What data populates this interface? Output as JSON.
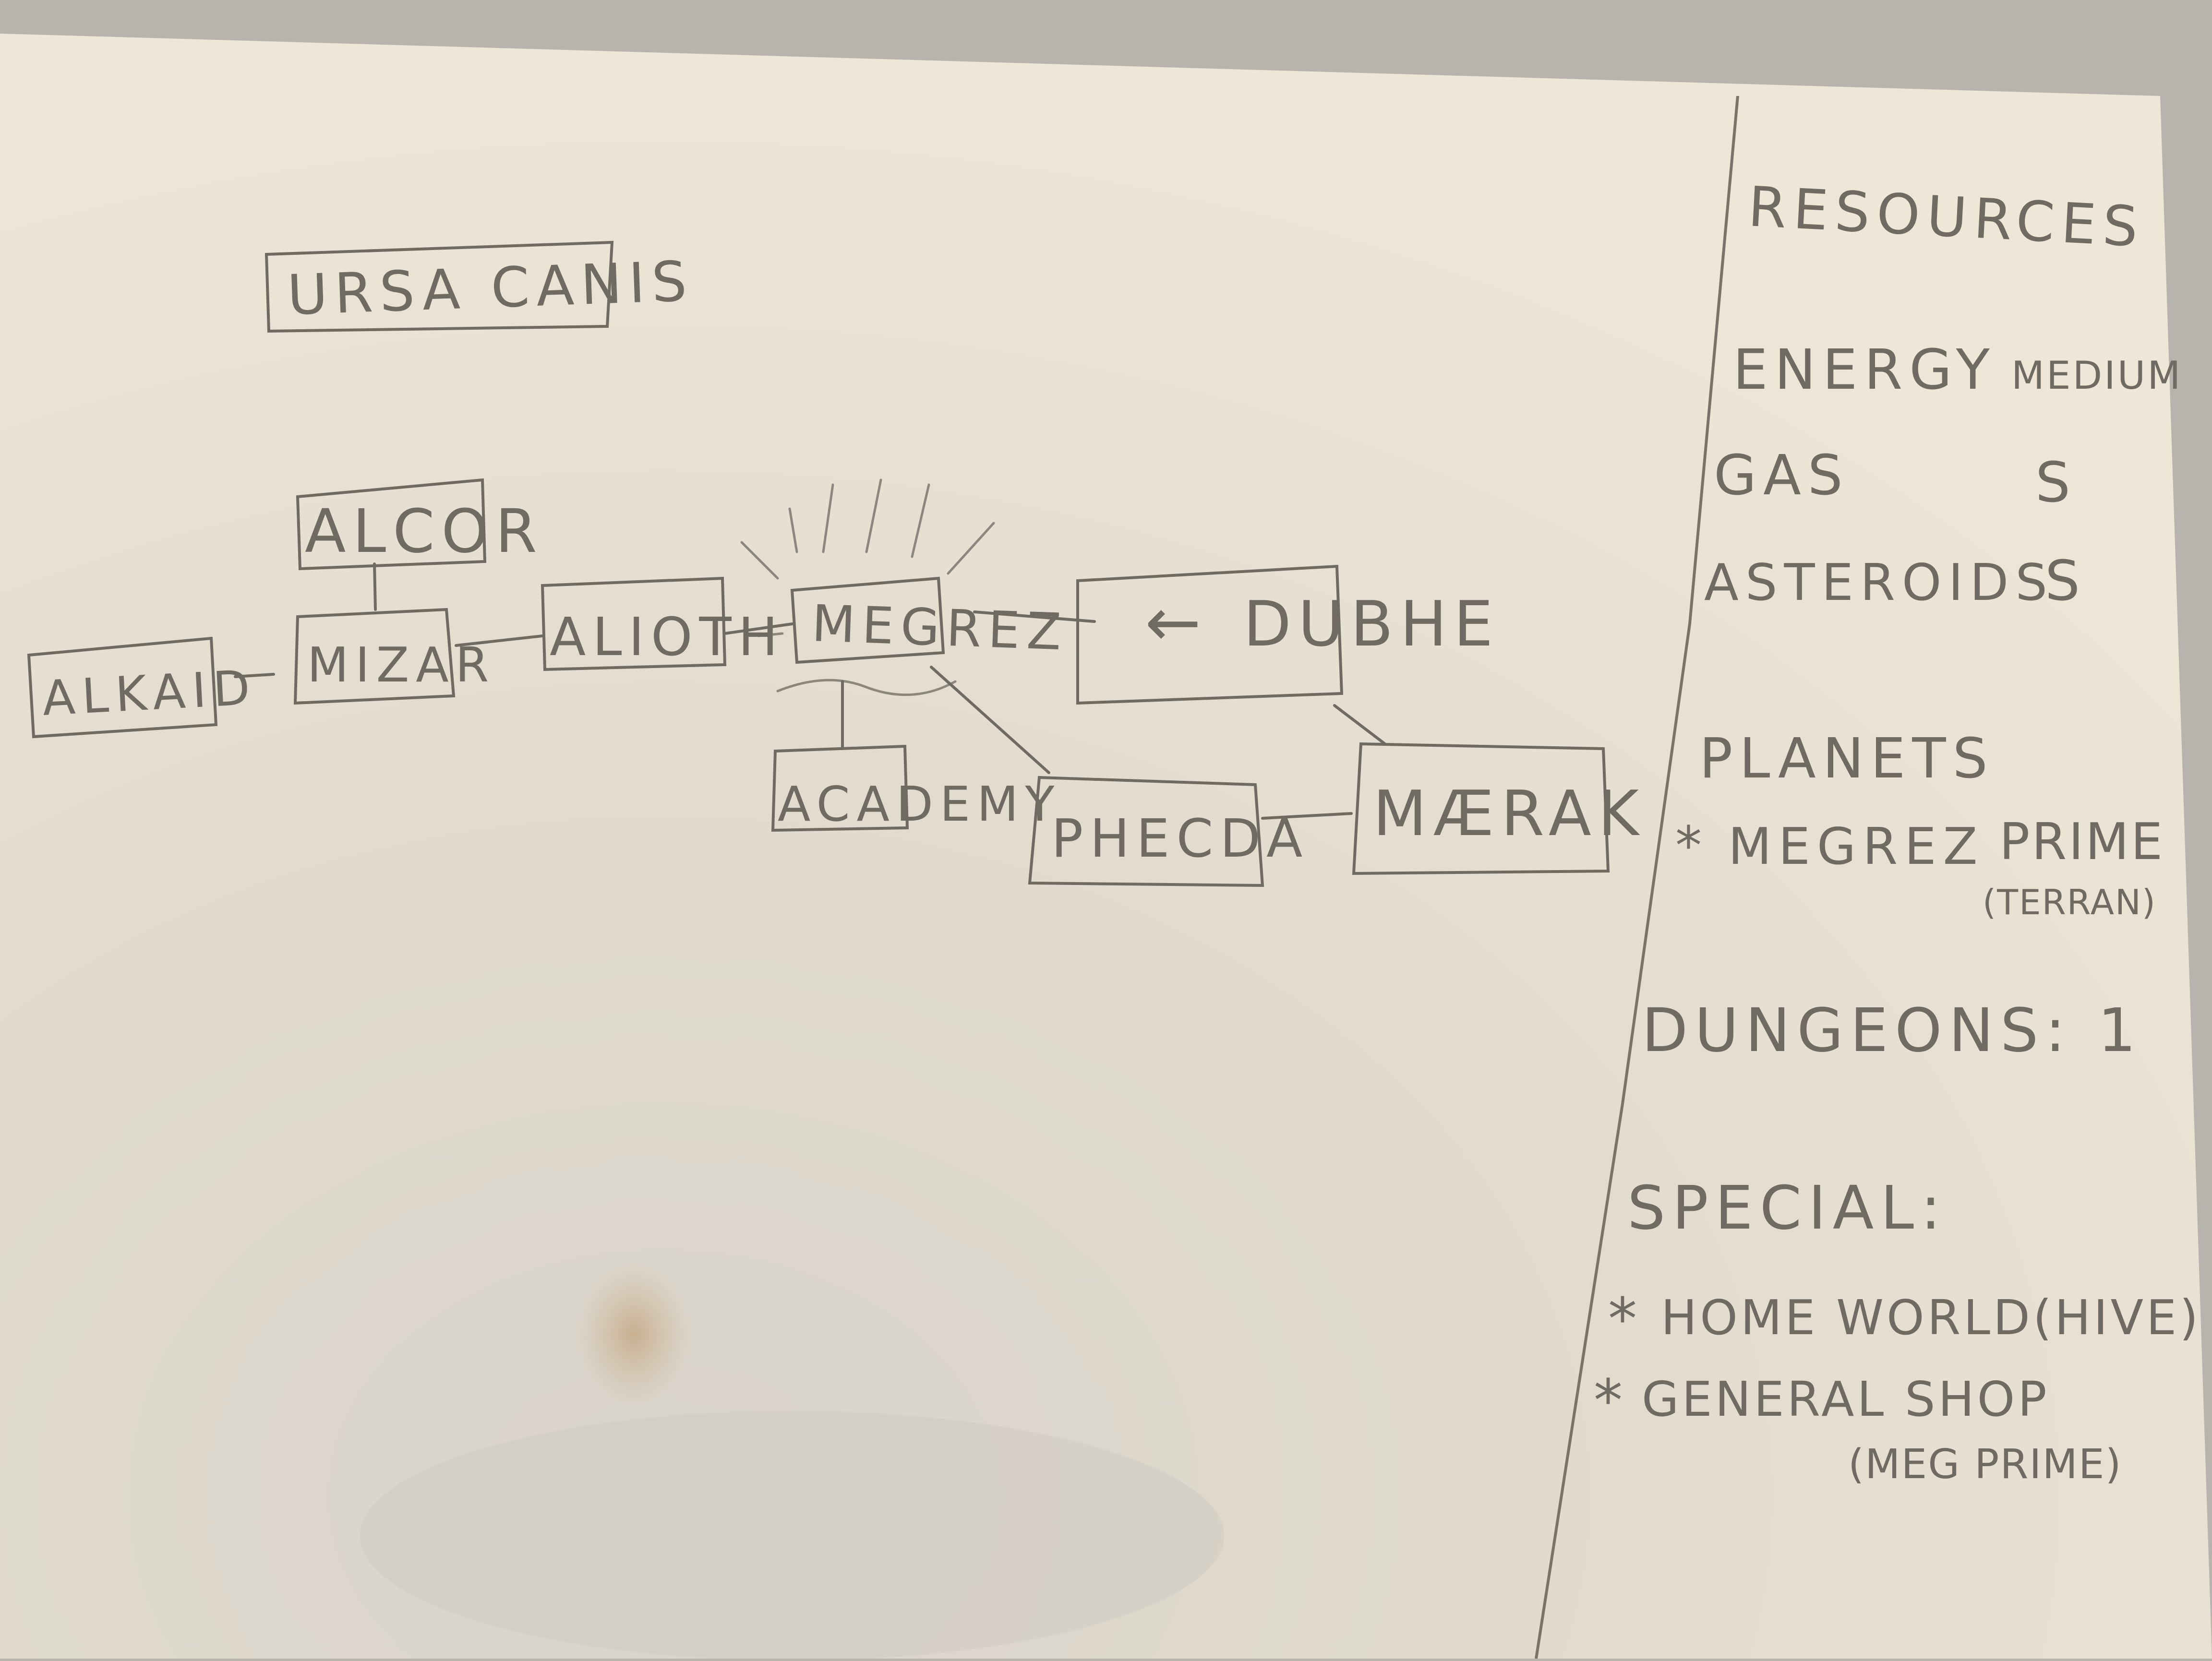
{
  "diagram": {
    "title": "URSA CANIS",
    "nodes": {
      "alcor": "ALCOR",
      "alkaid": "ALKAID",
      "mizar": "MIZAR",
      "alioth": "ALIOTH",
      "megrez": "MEGREZ",
      "academy": "ACADEMY",
      "dubhe": "DUBHE",
      "phecda": "PHECDA",
      "merak": "MÆRAK"
    },
    "dubhe_arrow": "←",
    "edges": [
      [
        "alkaid",
        "mizar"
      ],
      [
        "alcor",
        "mizar"
      ],
      [
        "mizar",
        "alioth"
      ],
      [
        "alioth",
        "megrez"
      ],
      [
        "megrez",
        "academy"
      ],
      [
        "megrez",
        "dubhe"
      ],
      [
        "megrez",
        "phecda"
      ],
      [
        "phecda",
        "merak"
      ],
      [
        "dubhe",
        "merak"
      ]
    ]
  },
  "notes": {
    "resources_heading": "RESOURCES",
    "resources": [
      {
        "name": "ENERGY",
        "value": "MEDIUM"
      },
      {
        "name": "GAS",
        "value": "S"
      },
      {
        "name": "ASTEROIDS",
        "value": "S"
      }
    ],
    "planets_heading": "PLANETS",
    "planet": {
      "bullet": "*",
      "name": "MEGREZ",
      "value": "PRIME",
      "note": "(TERRAN)"
    },
    "dungeons": "DUNGEONS: 1",
    "special_heading": "SPECIAL:",
    "special": [
      {
        "bullet": "*",
        "text": "HOME WORLD(HIVE)",
        "note": ""
      },
      {
        "bullet": "*",
        "text": "GENERAL SHOP",
        "note": "(MEG PRIME)"
      }
    ]
  },
  "colors": {
    "paper": "#ece6d8",
    "pencil": "#6f6a62",
    "stain": "#c9a77a"
  }
}
